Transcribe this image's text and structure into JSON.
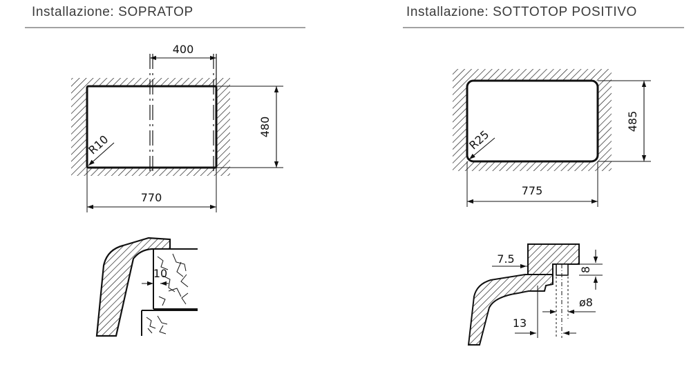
{
  "left_panel": {
    "title": "Installazione: SOPRATOP",
    "cutout": {
      "width_label": "770",
      "height_label": "480",
      "center_width_label": "400",
      "radius_label": "R10"
    },
    "section": {
      "thickness_label": "10"
    }
  },
  "right_panel": {
    "title": "Installazione: SOTTOTOP POSITIVO",
    "cutout": {
      "width_label": "775",
      "height_label": "485",
      "radius_label": "R25"
    },
    "section": {
      "step_label": "7.5",
      "depth_label": "8",
      "hole_label": "ø8",
      "offset_label": "13"
    }
  }
}
